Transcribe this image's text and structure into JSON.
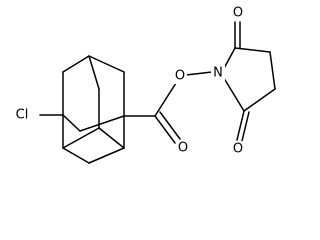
{
  "molecule": {
    "atoms": {
      "cl": "Cl",
      "ester_o_single": "O",
      "ester_o_double": "O",
      "ring_n": "N",
      "ring_o_top": "O",
      "ring_o_bottom": "O"
    }
  }
}
